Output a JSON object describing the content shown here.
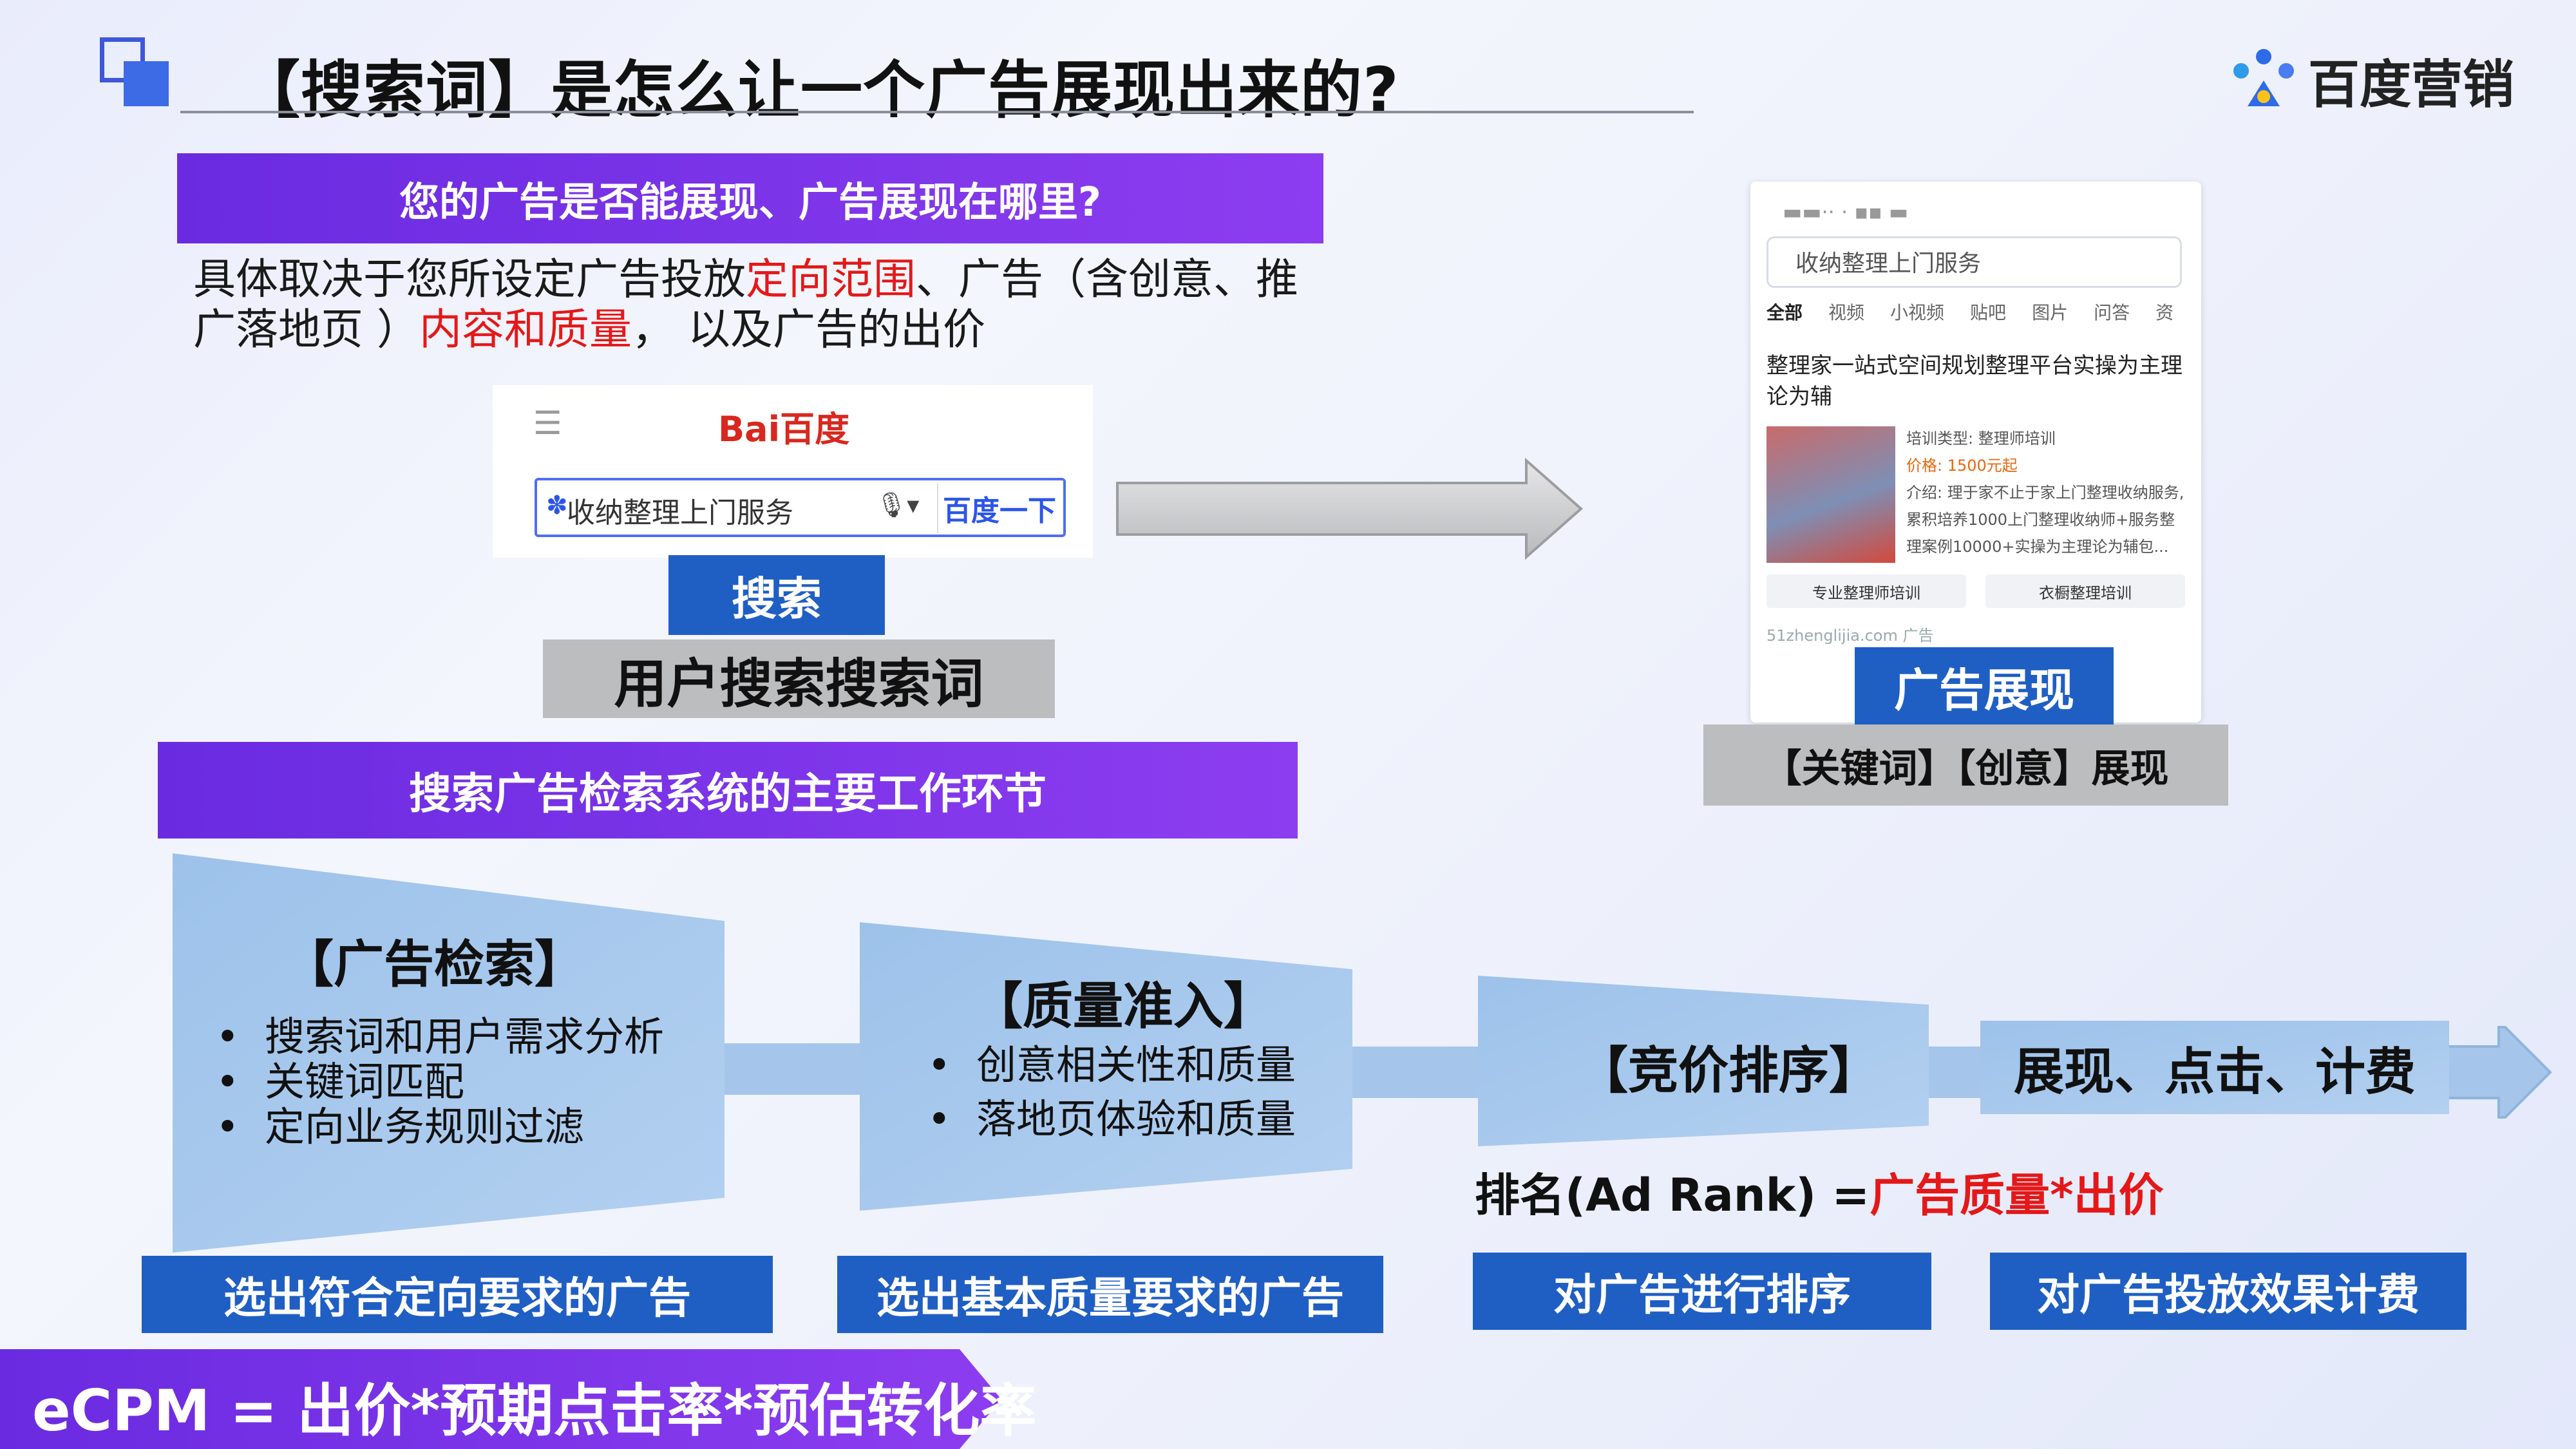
{
  "title": "【搜索词】是怎么让一个广告展现出来的?",
  "logo": {
    "text": "百度营销"
  },
  "section1": {
    "banner": "您的广告是否能展现、广告展现在哪里?",
    "text_line1_a": "具体取决于您所设定广告投放",
    "text_line1_red": "定向范围",
    "text_line1_b": "、广告（含创意、推",
    "text_line2_a": "广落地页 ）",
    "text_line2_red": "内容和质量",
    "text_line2_b": "， 以及广告的出价"
  },
  "baidu_search": {
    "logo_text": "Bai百度",
    "query": "收纳整理上门服务",
    "button": "百度一下",
    "search_label": "搜索",
    "caption": "用户搜索搜索词"
  },
  "phone_result": {
    "query": "收纳整理上门服务",
    "tabs": [
      "全部",
      "视频",
      "小视频",
      "贴吧",
      "图片",
      "问答",
      "资"
    ],
    "headline": "整理家一站式空间规划整理平台实操为主理论为辅",
    "detail_lines": [
      "培训类型: 整理师培训",
      "价格: 1500元起",
      "介绍: 理于家不止于家上门整理收纳服务,",
      "累积培养1000上门整理收纳师+服务整",
      "理案例10000+实操为主理论为辅包..."
    ],
    "chips": [
      "专业整理师培训",
      "衣橱整理培训"
    ],
    "source": "51zhenglijia.com  广告",
    "ad_label": "广告展现",
    "caption": "【关键词】【创意】展现"
  },
  "section2": {
    "banner": "搜索广告检索系统的主要工作环节"
  },
  "process": [
    {
      "title": "【广告检索】",
      "bullets": [
        "搜索词和用户需求分析",
        "关键词匹配",
        "定向业务规则过滤"
      ],
      "result": "选出符合定向要求的广告"
    },
    {
      "title": "【质量准入】",
      "bullets": [
        "创意相关性和质量",
        "落地页体验和质量"
      ],
      "result": "选出基本质量要求的广告"
    },
    {
      "title": "【竞价排序】",
      "bullets": [],
      "result": "对广告进行排序"
    },
    {
      "title": "展现、点击、计费",
      "bullets": [],
      "result": "对广告投放效果计费"
    }
  ],
  "rank_formula": {
    "prefix": "排名(Ad Rank) =",
    "red": "广告质量*出价"
  },
  "ecpm_formula": "eCPM = 出价*预期点击率*预估转化率",
  "colors": {
    "purple": "#7a35e8",
    "blue_button": "#1f5fc4",
    "panel_blue": "#9bbfe6",
    "red": "#e41818"
  }
}
